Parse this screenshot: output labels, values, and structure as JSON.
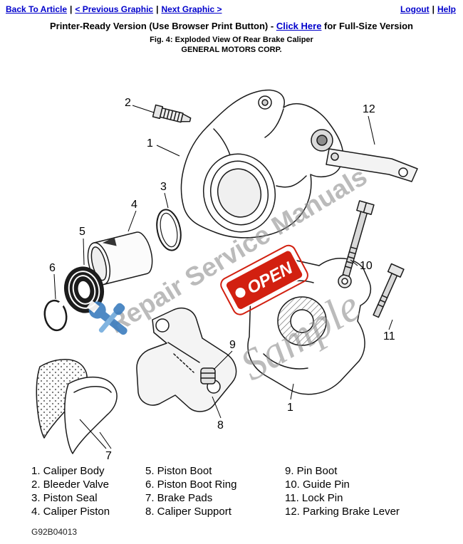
{
  "colors": {
    "link_blue": "#0000cc",
    "watermark_gray": "#8f8f8f",
    "open_sign_red": "#d22010",
    "tool_icon_blue": "#3f7fbf"
  },
  "nav": {
    "separator": "|",
    "back_to_article": "Back To Article",
    "previous_graphic": "< Previous Graphic",
    "next_graphic": "Next Graphic >",
    "logout": "Logout",
    "help": "Help"
  },
  "header": {
    "printer_ready_prefix": "Printer-Ready Version (Use Browser Print Button) - ",
    "click_here_label": "Click Here",
    "printer_ready_suffix": " for Full-Size Version",
    "figure_caption": "Fig. 4: Exploded View Of Rear Brake Caliper",
    "manufacturer": "GENERAL MOTORS CORP."
  },
  "diagram": {
    "watermark_text": "Repair Service Manuals",
    "watermark_sample": "Sample",
    "open_sign_text": "OPEN",
    "callouts": {
      "caliper_body_top": "1",
      "caliper_body_bottom": "1",
      "bleeder_valve": "2",
      "piston_seal": "3",
      "caliper_piston": "4",
      "piston_boot": "5",
      "piston_boot_ring": "6",
      "brake_pads": "7",
      "caliper_support": "8",
      "pin_boot": "9",
      "guide_pin": "10",
      "lock_pin": "11",
      "parking_brake_lever": "12"
    }
  },
  "parts_list": {
    "columns": [
      [
        "1. Caliper Body",
        "2. Bleeder Valve",
        "3. Piston Seal",
        "4. Caliper Piston"
      ],
      [
        "5. Piston Boot",
        "6. Piston Boot Ring",
        "7. Brake Pads",
        "8. Caliper Support"
      ],
      [
        "9. Pin Boot",
        "10. Guide Pin",
        "11. Lock Pin",
        "12. Parking Brake Lever"
      ]
    ]
  },
  "footer": {
    "drawing_number": "G92B04013"
  }
}
